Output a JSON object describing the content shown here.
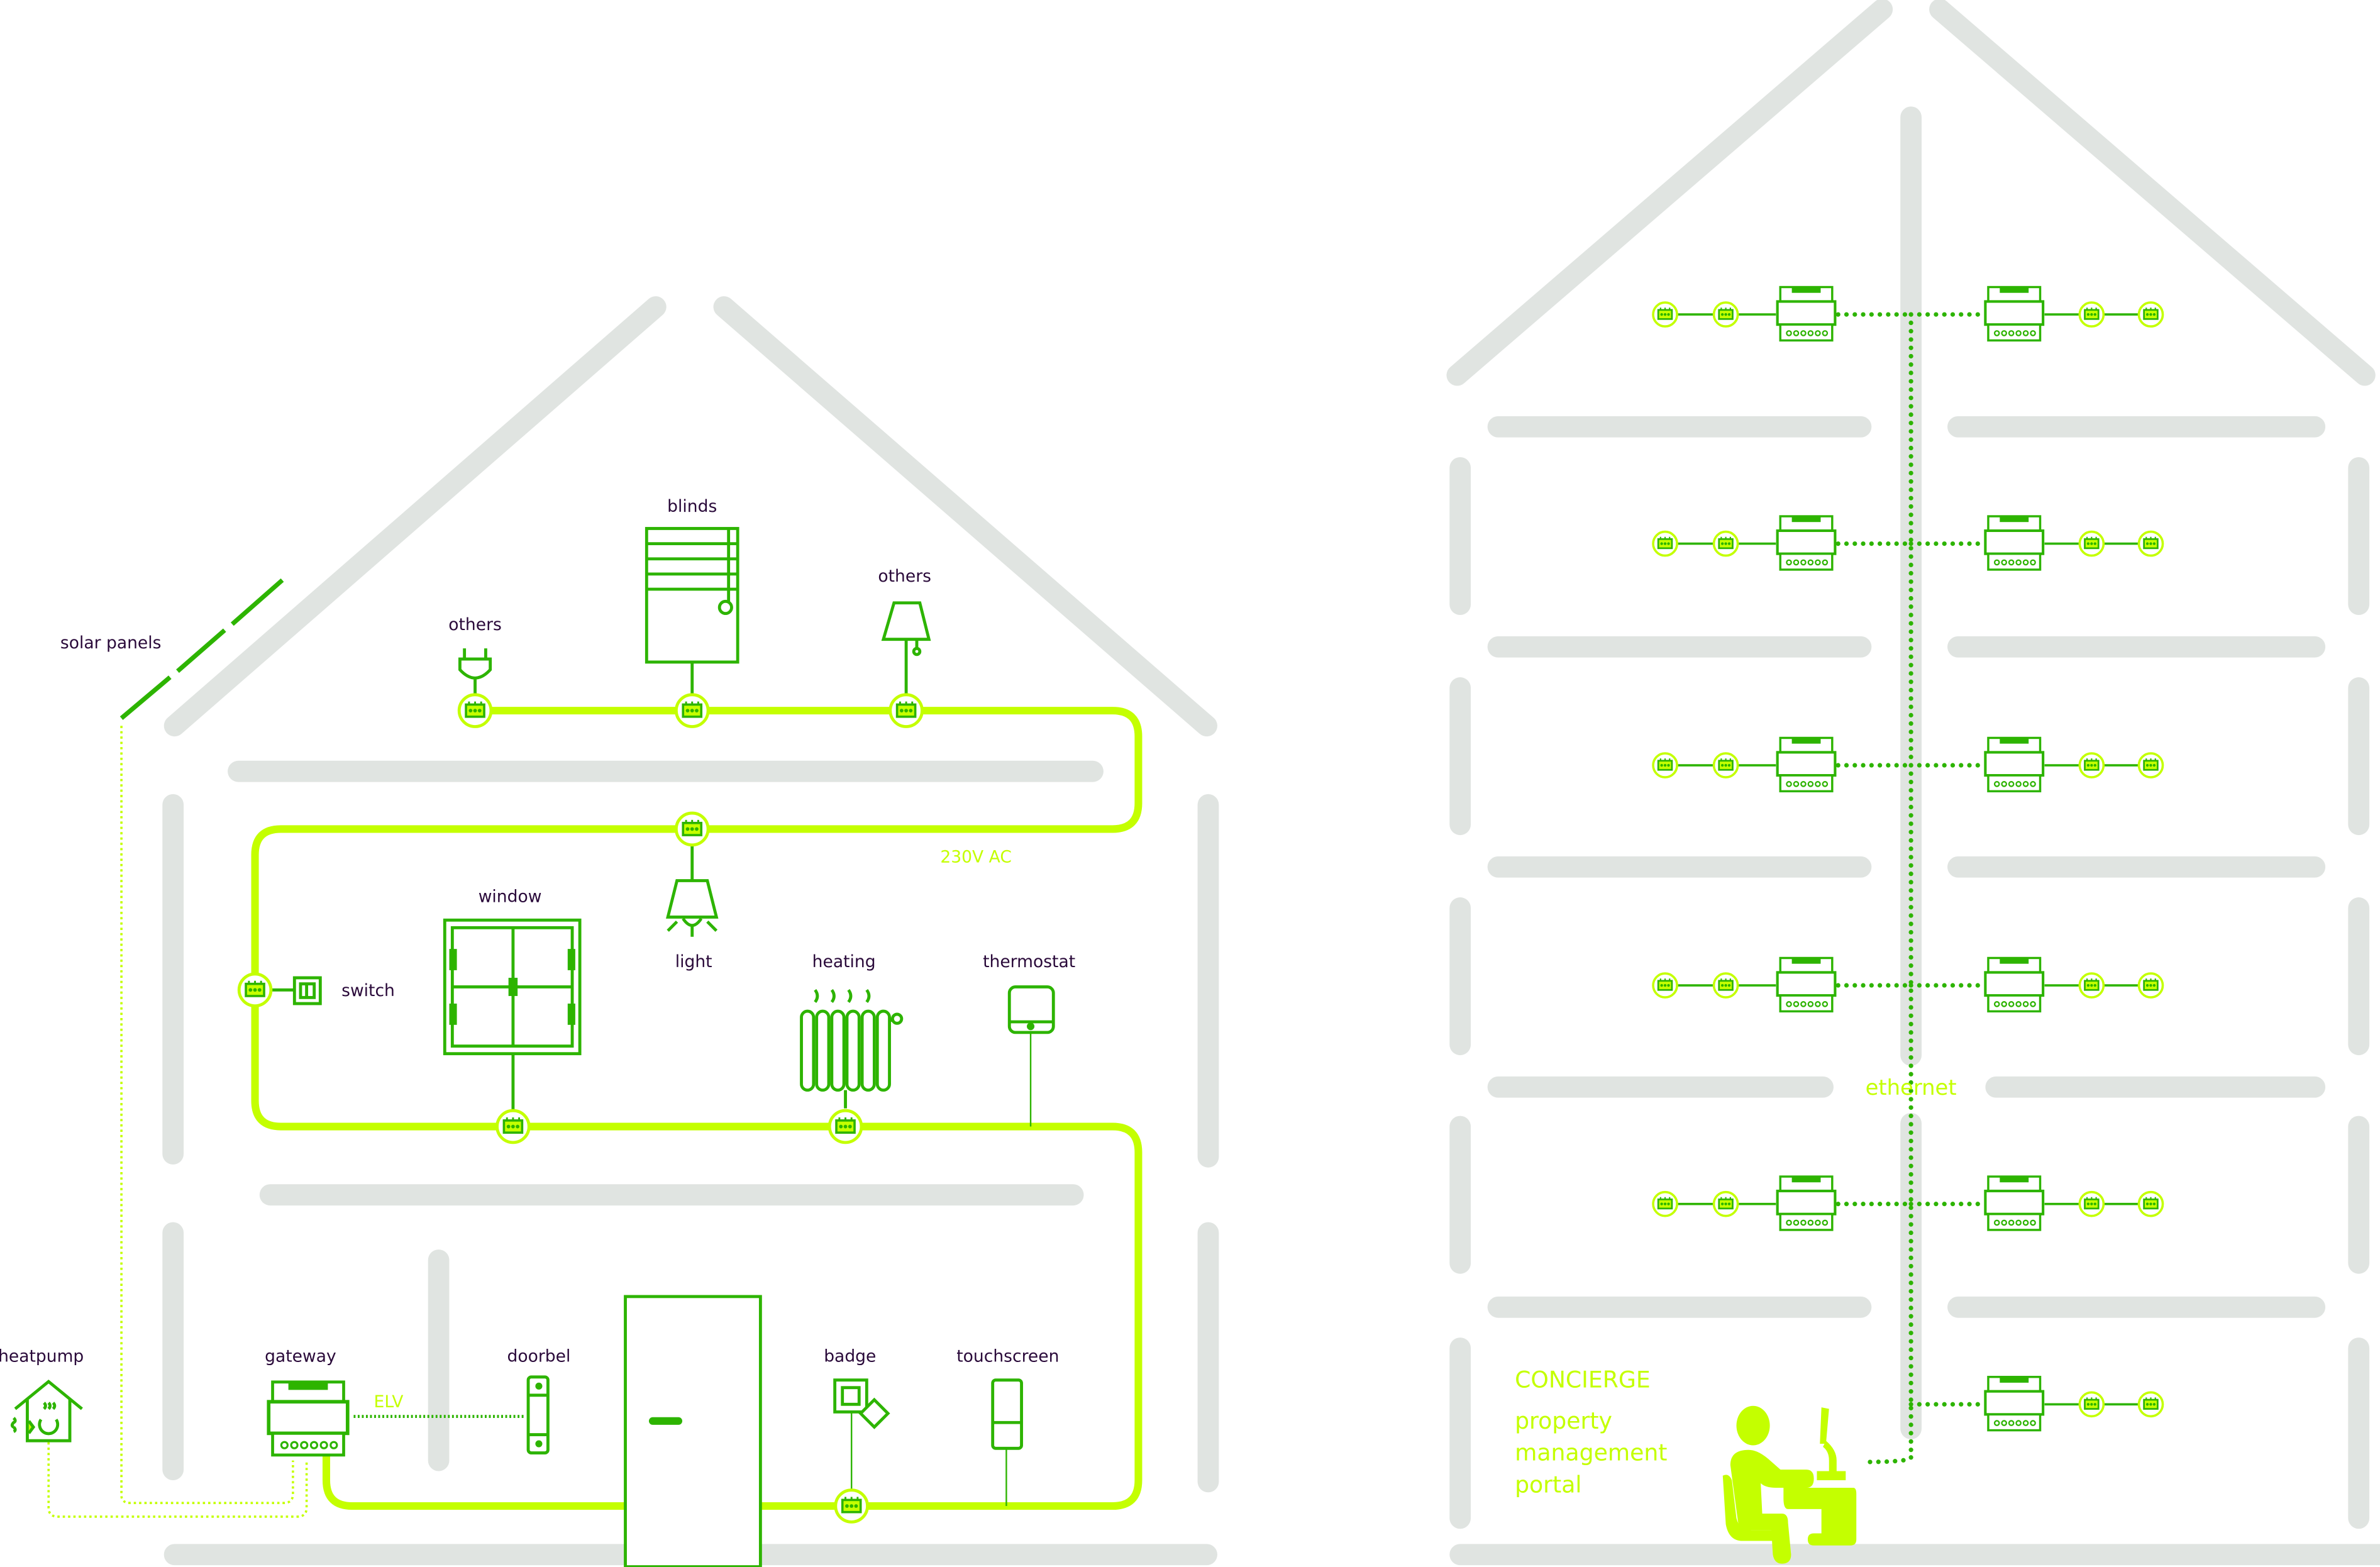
{
  "colors": {
    "wall": "#e0e4e1",
    "power": "#c4ff00",
    "device": "#2db400",
    "label": "#2a0a3a"
  },
  "house": {
    "solar_panels": "solar panels",
    "others_plug": "others",
    "blinds": "blinds",
    "others_lamp": "others",
    "power_line": "230V AC",
    "window": "window",
    "light": "light",
    "heating": "heating",
    "thermostat": "thermostat",
    "switch": "switch",
    "heatpump": "heatpump",
    "gateway": "gateway",
    "doorbel": "doorbel",
    "elv": "ELV",
    "badge": "badge",
    "touchscreen": "touchscreen"
  },
  "building": {
    "ethernet": "ethernet",
    "concierge": "CONCIERGE",
    "portal_lines": [
      "property",
      "management",
      "portal"
    ]
  }
}
